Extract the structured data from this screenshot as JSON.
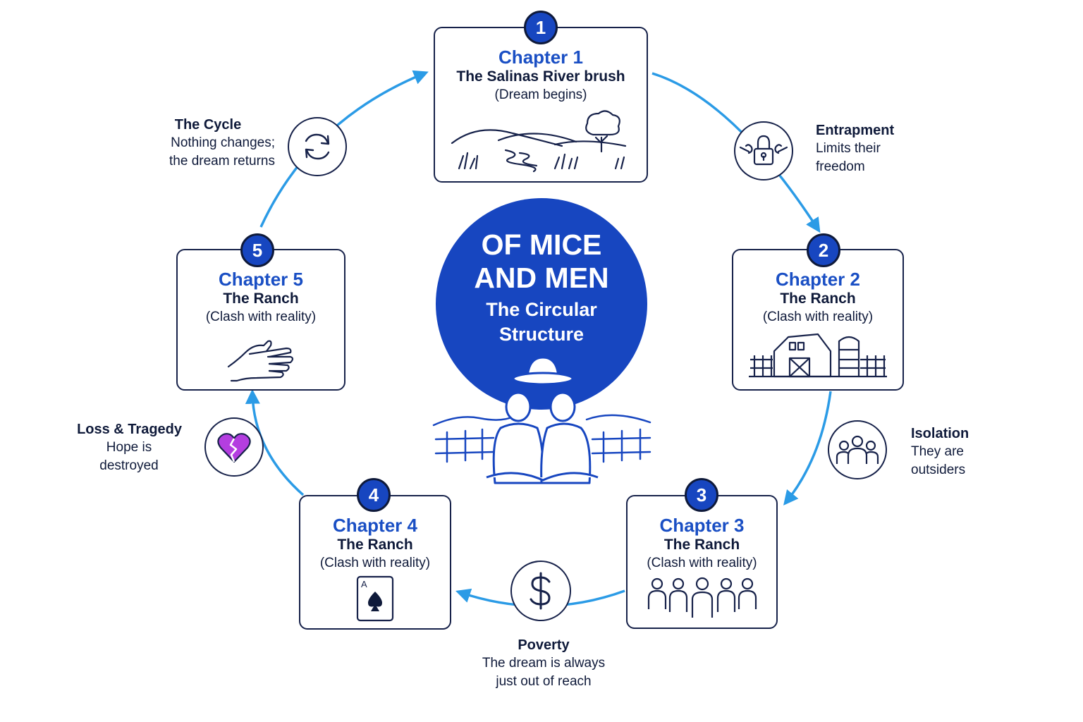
{
  "center": {
    "title_line1": "OF MICE",
    "title_line2": "AND MEN",
    "subtitle_line1": "The Circular",
    "subtitle_line2": "Structure"
  },
  "chapters": [
    {
      "number": "1",
      "title": "Chapter 1",
      "place": "The Salinas River brush",
      "note": "(Dream begins)",
      "icon": "river-landscape-icon"
    },
    {
      "number": "2",
      "title": "Chapter 2",
      "place": "The Ranch",
      "note": "(Clash with reality)",
      "icon": "barn-icon"
    },
    {
      "number": "3",
      "title": "Chapter 3",
      "place": "The Ranch",
      "note": "(Clash with reality)",
      "icon": "group-of-people-icon"
    },
    {
      "number": "4",
      "title": "Chapter 4",
      "place": "The Ranch",
      "note": "(Clash with reality)",
      "icon": "ace-of-spades-card-icon"
    },
    {
      "number": "5",
      "title": "Chapter 5",
      "place": "The Ranch",
      "note": "(Clash with reality)",
      "icon": "open-hand-icon"
    }
  ],
  "themes": {
    "entrapment": {
      "title": "Entrapment",
      "line1": "Limits their",
      "line2": "freedom",
      "icon": "padlock-chain-icon"
    },
    "isolation": {
      "title": "Isolation",
      "line1": "They are",
      "line2": "outsiders",
      "icon": "people-group-icon"
    },
    "poverty": {
      "title": "Poverty",
      "line1": "The dream is always",
      "line2": "just out of reach",
      "icon": "dollar-icon"
    },
    "loss": {
      "title": "Loss & Tragedy",
      "line1": "Hope is",
      "line2": "destroyed",
      "icon": "broken-heart-icon"
    },
    "cycle": {
      "title": "The Cycle",
      "line1": "Nothing changes;",
      "line2": "the dream returns",
      "icon": "refresh-cycle-icon"
    }
  },
  "colors": {
    "accent": "#1746c0",
    "title_blue": "#1a4fc4",
    "arrow": "#2b9be6",
    "outline": "#17224a",
    "heart": "#b43ee0"
  }
}
